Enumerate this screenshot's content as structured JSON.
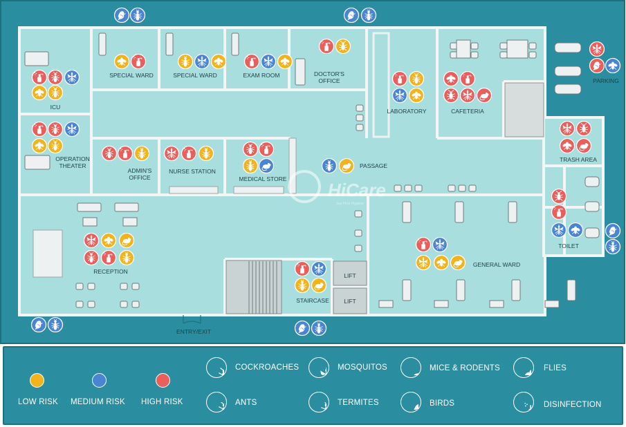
{
  "colors": {
    "background": "#2a8ea0",
    "floor": "#a8dede",
    "wall": "#f4f6f6",
    "low": "#f2b41c",
    "medium": "#4a84d4",
    "high": "#ea5e5b"
  },
  "brand": {
    "name": "HiCare",
    "tagline": "Say Hi to Hygiene"
  },
  "rooms": [
    {
      "key": "icu",
      "label": "ICU"
    },
    {
      "key": "special_ward_1",
      "label": "SPECIAL WARD"
    },
    {
      "key": "special_ward_2",
      "label": "SPECIAL WARD"
    },
    {
      "key": "exam_room",
      "label": "EXAM ROOM"
    },
    {
      "key": "doctors_office",
      "label": "DOCTOR'S\nOFFICE"
    },
    {
      "key": "laboratory",
      "label": "LABORATORY"
    },
    {
      "key": "cafeteria",
      "label": "CAFETERIA"
    },
    {
      "key": "parking",
      "label": "PARKING"
    },
    {
      "key": "operation_theater",
      "label": "OPERATION\nTHEATER"
    },
    {
      "key": "admins_office",
      "label": "ADMIN'S\nOFFICE"
    },
    {
      "key": "nurse_station",
      "label": "NURSE STATION"
    },
    {
      "key": "medical_store",
      "label": "MEDICAL STORE"
    },
    {
      "key": "passage",
      "label": "PASSAGE"
    },
    {
      "key": "trash_area",
      "label": "TRASH AREA"
    },
    {
      "key": "toilet",
      "label": "TOILET"
    },
    {
      "key": "reception",
      "label": "RECEPTION"
    },
    {
      "key": "lift_1",
      "label": "LIFT"
    },
    {
      "key": "lift_2",
      "label": "LIFT"
    },
    {
      "key": "staircase",
      "label": "STAIRCASE"
    },
    {
      "key": "general_ward",
      "label": "GENERAL WARD"
    },
    {
      "key": "entry_exit",
      "label": "ENTRY/EXIT"
    }
  ],
  "markers": [
    {
      "room": "top_left",
      "risk": "medium",
      "pest": "birds"
    },
    {
      "room": "top_left",
      "risk": "medium",
      "pest": "termites"
    },
    {
      "room": "top_mid",
      "risk": "medium",
      "pest": "birds"
    },
    {
      "room": "top_mid",
      "risk": "medium",
      "pest": "termites"
    },
    {
      "room": "icu",
      "risk": "high",
      "pest": "disinfection"
    },
    {
      "room": "icu",
      "risk": "high",
      "pest": "ants"
    },
    {
      "room": "icu",
      "risk": "medium",
      "pest": "mosquitos"
    },
    {
      "room": "icu",
      "risk": "low",
      "pest": "flies"
    },
    {
      "room": "icu",
      "risk": "low",
      "pest": "ants"
    },
    {
      "room": "special_ward_1",
      "risk": "low",
      "pest": "flies"
    },
    {
      "room": "special_ward_1",
      "risk": "high",
      "pest": "disinfection"
    },
    {
      "room": "special_ward_2",
      "risk": "low",
      "pest": "termites"
    },
    {
      "room": "special_ward_2",
      "risk": "medium",
      "pest": "mosquitos"
    },
    {
      "room": "special_ward_2",
      "risk": "low",
      "pest": "flies"
    },
    {
      "room": "exam_room",
      "risk": "high",
      "pest": "disinfection"
    },
    {
      "room": "exam_room",
      "risk": "medium",
      "pest": "mosquitos"
    },
    {
      "room": "exam_room",
      "risk": "low",
      "pest": "flies"
    },
    {
      "room": "doctors_office",
      "risk": "high",
      "pest": "disinfection"
    },
    {
      "room": "doctors_office",
      "risk": "low",
      "pest": "cockroaches"
    },
    {
      "room": "laboratory",
      "risk": "high",
      "pest": "disinfection"
    },
    {
      "room": "laboratory",
      "risk": "low",
      "pest": "ants"
    },
    {
      "room": "laboratory",
      "risk": "medium",
      "pest": "mosquitos"
    },
    {
      "room": "laboratory",
      "risk": "low",
      "pest": "flies"
    },
    {
      "room": "cafeteria",
      "risk": "high",
      "pest": "flies"
    },
    {
      "room": "cafeteria",
      "risk": "high",
      "pest": "disinfection"
    },
    {
      "room": "cafeteria",
      "risk": "high",
      "pest": "cockroaches"
    },
    {
      "room": "cafeteria",
      "risk": "high",
      "pest": "mosquitos"
    },
    {
      "room": "cafeteria",
      "risk": "high",
      "pest": "mice_rodents"
    },
    {
      "room": "parking",
      "risk": "high",
      "pest": "mosquitos"
    },
    {
      "room": "parking",
      "risk": "high",
      "pest": "birds"
    },
    {
      "room": "parking",
      "risk": "medium",
      "pest": "flies"
    },
    {
      "room": "operation_theater",
      "risk": "high",
      "pest": "disinfection"
    },
    {
      "room": "operation_theater",
      "risk": "high",
      "pest": "ants"
    },
    {
      "room": "operation_theater",
      "risk": "medium",
      "pest": "mosquitos"
    },
    {
      "room": "operation_theater",
      "risk": "low",
      "pest": "flies"
    },
    {
      "room": "operation_theater",
      "risk": "low",
      "pest": "ants"
    },
    {
      "room": "admins_office",
      "risk": "high",
      "pest": "ants"
    },
    {
      "room": "admins_office",
      "risk": "high",
      "pest": "disinfection"
    },
    {
      "room": "admins_office",
      "risk": "low",
      "pest": "termites"
    },
    {
      "room": "nurse_station",
      "risk": "high",
      "pest": "mosquitos"
    },
    {
      "room": "nurse_station",
      "risk": "high",
      "pest": "disinfection"
    },
    {
      "room": "nurse_station",
      "risk": "low",
      "pest": "termites"
    },
    {
      "room": "medical_store",
      "risk": "high",
      "pest": "ants"
    },
    {
      "room": "medical_store",
      "risk": "high",
      "pest": "disinfection"
    },
    {
      "room": "medical_store",
      "risk": "low",
      "pest": "termites"
    },
    {
      "room": "medical_store",
      "risk": "medium",
      "pest": "mice_rodents"
    },
    {
      "room": "passage",
      "risk": "medium",
      "pest": "termites"
    },
    {
      "room": "passage",
      "risk": "low",
      "pest": "mice_rodents"
    },
    {
      "room": "trash_area",
      "risk": "high",
      "pest": "mosquitos"
    },
    {
      "room": "trash_area",
      "risk": "high",
      "pest": "cockroaches"
    },
    {
      "room": "trash_area",
      "risk": "high",
      "pest": "flies"
    },
    {
      "room": "trash_area",
      "risk": "high",
      "pest": "mice_rodents"
    },
    {
      "room": "toilet",
      "risk": "high",
      "pest": "cockroaches"
    },
    {
      "room": "toilet",
      "risk": "high",
      "pest": "disinfection"
    },
    {
      "room": "toilet",
      "risk": "medium",
      "pest": "mosquitos"
    },
    {
      "room": "toilet",
      "risk": "medium",
      "pest": "flies"
    },
    {
      "room": "right_edge",
      "risk": "medium",
      "pest": "birds"
    },
    {
      "room": "right_edge",
      "risk": "medium",
      "pest": "termites"
    },
    {
      "room": "reception",
      "risk": "high",
      "pest": "mosquitos"
    },
    {
      "room": "reception",
      "risk": "low",
      "pest": "flies"
    },
    {
      "room": "reception",
      "risk": "low",
      "pest": "mice_rodents"
    },
    {
      "room": "reception",
      "risk": "high",
      "pest": "ants"
    },
    {
      "room": "reception",
      "risk": "high",
      "pest": "disinfection"
    },
    {
      "room": "reception",
      "risk": "low",
      "pest": "termites"
    },
    {
      "room": "staircase",
      "risk": "high",
      "pest": "disinfection"
    },
    {
      "room": "staircase",
      "risk": "medium",
      "pest": "mosquitos"
    },
    {
      "room": "staircase",
      "risk": "low",
      "pest": "termites"
    },
    {
      "room": "staircase",
      "risk": "low",
      "pest": "mice_rodents"
    },
    {
      "room": "general_ward",
      "risk": "high",
      "pest": "disinfection"
    },
    {
      "room": "general_ward",
      "risk": "medium",
      "pest": "mosquitos"
    },
    {
      "room": "general_ward",
      "risk": "low",
      "pest": "mosquitos"
    },
    {
      "room": "general_ward",
      "risk": "low",
      "pest": "flies"
    },
    {
      "room": "general_ward",
      "risk": "low",
      "pest": "mice_rodents"
    },
    {
      "room": "bottom_left",
      "risk": "medium",
      "pest": "birds"
    },
    {
      "room": "bottom_left",
      "risk": "medium",
      "pest": "termites"
    },
    {
      "room": "bottom_mid",
      "risk": "medium",
      "pest": "birds"
    },
    {
      "room": "bottom_mid",
      "risk": "medium",
      "pest": "termites"
    }
  ],
  "legend": {
    "risks": [
      {
        "key": "low",
        "label": "LOW RISK"
      },
      {
        "key": "medium",
        "label": "MEDIUM RISK"
      },
      {
        "key": "high",
        "label": "HIGH RISK"
      }
    ],
    "pests": [
      {
        "key": "cockroaches",
        "label": "COCKROACHES"
      },
      {
        "key": "mosquitos",
        "label": "MOSQUITOS"
      },
      {
        "key": "mice_rodents",
        "label": "MICE & RODENTS"
      },
      {
        "key": "flies",
        "label": "FLIES"
      },
      {
        "key": "ants",
        "label": "ANTS"
      },
      {
        "key": "termites",
        "label": "TERMITES"
      },
      {
        "key": "birds",
        "label": "BIRDS"
      },
      {
        "key": "disinfection",
        "label": "DISINFECTION"
      }
    ]
  }
}
